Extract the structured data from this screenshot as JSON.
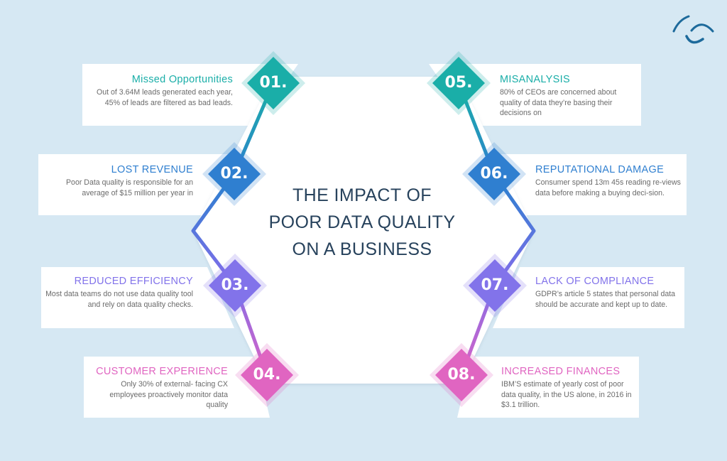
{
  "title": {
    "line1": "THE IMPACT OF",
    "line2": "POOR DATA QUALITY",
    "line3": "ON A BUSINESS",
    "color": "#27425c"
  },
  "logo": {
    "icon": "brand-wave-logo-icon",
    "color": "#1d6a9b"
  },
  "colors": {
    "background": "#d6e8f3",
    "card": "#ffffff",
    "body_text": "#6b6b6b",
    "teal": "#1aaea8",
    "blue": "#2f7fd0",
    "violet": "#8273ea",
    "pink": "#e065c1"
  },
  "items": [
    {
      "number": "01.",
      "title": "Missed Opportunities",
      "body": "Out of 3.64M  leads generated each year, 45% of  leads are filtered as bad leads.",
      "color": "#1aaea8",
      "side": "left"
    },
    {
      "number": "02.",
      "title": "LOST REVENUE",
      "body": "Poor Data quality is responsible for an average of $15 million per year in",
      "color": "#2f7fd0",
      "side": "left"
    },
    {
      "number": "03.",
      "title": "REDUCED EFFICIENCY",
      "body": "Most data teams do not use data quality tool and rely on data quality checks.",
      "color": "#8273ea",
      "side": "left"
    },
    {
      "number": "04.",
      "title": "CUSTOMER EXPERIENCE",
      "body": "Only 30% of external- facing CX employees proactively monitor data quality",
      "color": "#e065c1",
      "side": "left"
    },
    {
      "number": "05.",
      "title": "MISANALYSIS",
      "body": "80% of CEOs  are concerned about quality of data they’re basing their decisions on",
      "color": "#1aaea8",
      "side": "right"
    },
    {
      "number": "06.",
      "title": "REPUTATIONAL DAMAGE",
      "body": "Consumer spend 13m 45s reading re-views data before making a buying deci-sion.",
      "color": "#2f7fd0",
      "side": "right"
    },
    {
      "number": "07.",
      "title": "LACK OF COMPLIANCE",
      "body": "GDPR’s article 5 states that personal data should be accurate and kept up to date.",
      "color": "#8273ea",
      "side": "right"
    },
    {
      "number": "08.",
      "title": "INCREASED FINANCES",
      "body": "IBM’S estimate of yearly cost of poor data quality, in the US alone, in 2016 in $3.1 trillion.",
      "color": "#e065c1",
      "side": "right"
    }
  ]
}
